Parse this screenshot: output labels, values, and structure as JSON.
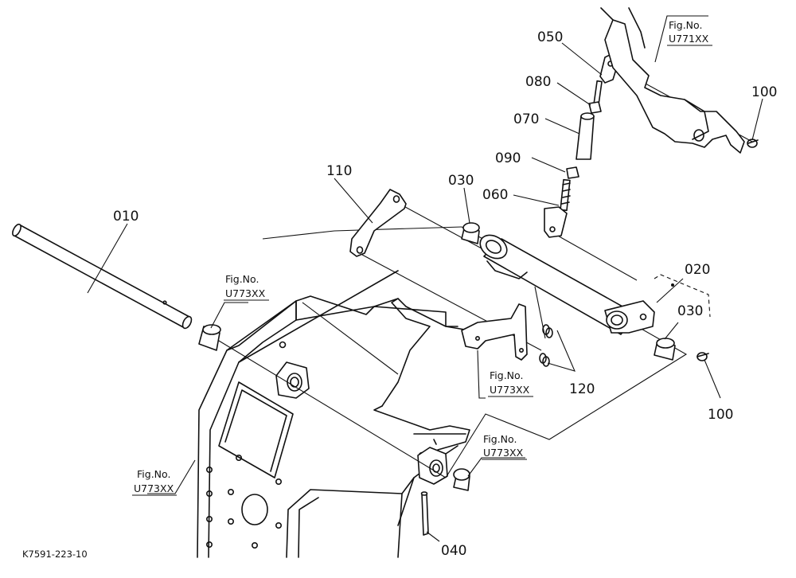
{
  "diagram_code": "K7591-223-10",
  "part_labels": {
    "p010": "010",
    "p020": "020",
    "p030a": "030",
    "p030b": "030",
    "p040": "040",
    "p050": "050",
    "p060": "060",
    "p070": "070",
    "p080": "080",
    "p090": "090",
    "p100a": "100",
    "p100b": "100",
    "p110": "110",
    "p120": "120"
  },
  "figure_refs": {
    "ref_u771": {
      "line1": "Fig.No.",
      "line2": "U771XX"
    },
    "ref_shaft": {
      "line1": "Fig.No.",
      "line2": "U773XX"
    },
    "ref_center": {
      "line1": "Fig.No.",
      "line2": "U773XX"
    },
    "ref_right_bushing": {
      "line1": "Fig.No.",
      "line2": "U773XX"
    },
    "ref_frame": {
      "line1": "Fig.No.",
      "line2": "U773XX"
    }
  }
}
